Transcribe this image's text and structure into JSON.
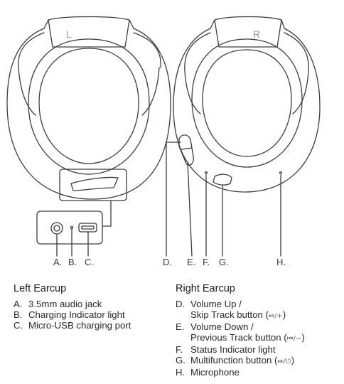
{
  "diagram": {
    "left_ear_letter": "L",
    "right_ear_letter": "R",
    "callouts": {
      "a": "A.",
      "b": "B.",
      "c": "C.",
      "d": "D.",
      "e": "E.",
      "f": "F.",
      "g": "G.",
      "h": "H."
    }
  },
  "left": {
    "title": "Left Earcup",
    "items": [
      {
        "key": "A.",
        "text": "3.5mm audio jack"
      },
      {
        "key": "B.",
        "text": "Charging Indicator light"
      },
      {
        "key": "C.",
        "text": "Micro-USB charging port"
      }
    ]
  },
  "right": {
    "title": "Right Earcup",
    "items": [
      {
        "key": "D.",
        "text": "Volume Up /\nSkip Track button (",
        "glyph": "⏯/+",
        "tail": ")"
      },
      {
        "key": "E.",
        "text": "Volume Down /\nPrevious Track button (",
        "glyph": "⏮/−",
        "tail": ")"
      },
      {
        "key": "F.",
        "text": "Status Indicator light"
      },
      {
        "key": "G.",
        "text": "Multifunction button (",
        "glyph": "⏯/⏻",
        "tail": ")"
      },
      {
        "key": "H.",
        "text": "Microphone"
      }
    ]
  },
  "colors": {
    "line": "#3c3c3c",
    "text": "#2a2a2a"
  }
}
